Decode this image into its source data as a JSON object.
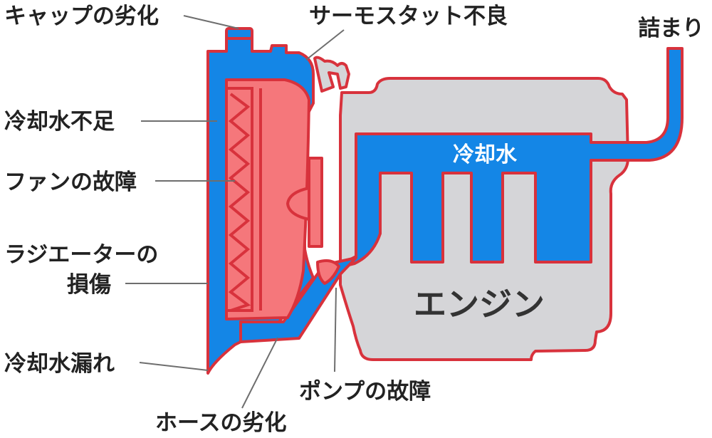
{
  "labels": {
    "cap": "キャップの劣化",
    "thermostat": "サーモスタット不良",
    "clog": "詰まり",
    "coolant_low": "冷却水不足",
    "fan": "ファンの故障",
    "radiator_1": "ラジエーターの",
    "radiator_2": "損傷",
    "leak": "冷却水漏れ",
    "pump": "ポンプの故障",
    "hose": "ホースの劣化",
    "coolant": "冷却水",
    "engine": "エンジン"
  },
  "colors": {
    "coolant_blue": "#1486e6",
    "outline_red": "#d8323c",
    "radiator_fill": "#f5777b",
    "engine_gray": "#d5d5d8",
    "leader_gray": "#6e6e6e"
  }
}
